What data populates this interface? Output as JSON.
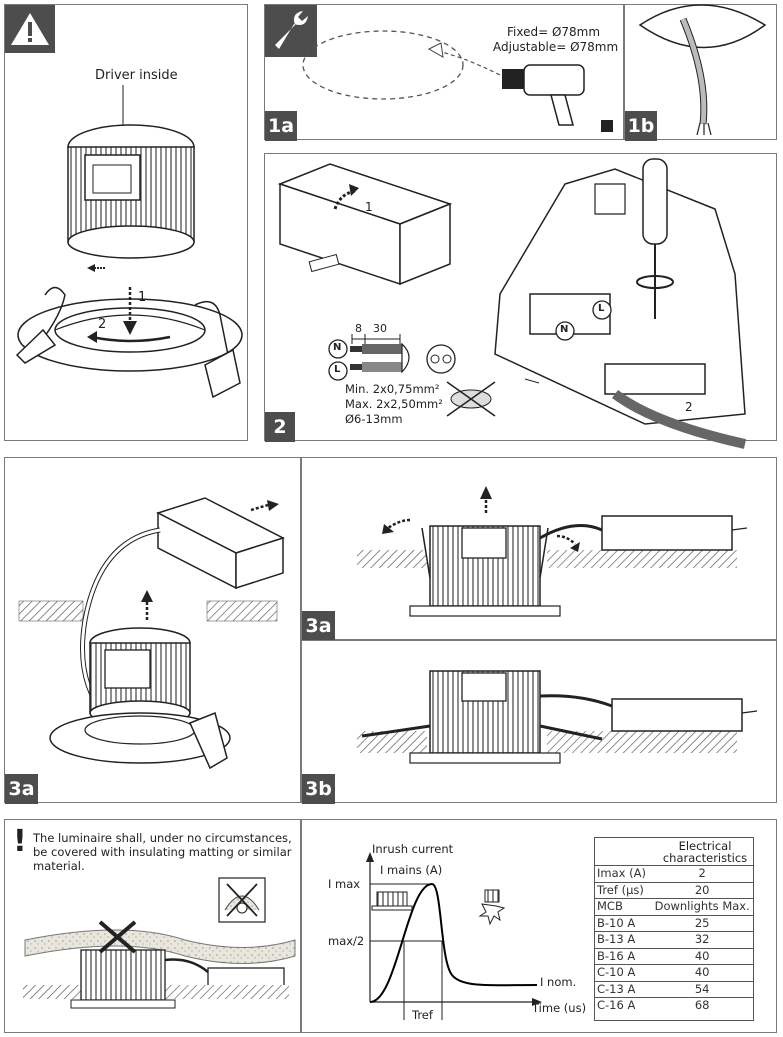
{
  "warning_panel": {
    "label_driver_inside": "Driver inside",
    "step_1": "1",
    "step_2": "2"
  },
  "panel_1a": {
    "tag": "1a",
    "fixed_line": "Fixed= Ø78mm",
    "adjustable_line": "Adjustable= Ø78mm"
  },
  "panel_1b": {
    "tag": "1b"
  },
  "panel_2": {
    "tag": "2",
    "step_1": "1",
    "step_2": "2",
    "dim_8": "8",
    "dim_30": "30",
    "terminal_n": "N",
    "terminal_l": "L",
    "spec_min": "Min. 2x0,75mm²",
    "spec_max": "Max. 2x2,50mm²",
    "spec_dia": "Ø6-13mm"
  },
  "panel_3a_left": {
    "tag": "3a"
  },
  "panel_3a_right": {
    "tag": "3a"
  },
  "panel_3b": {
    "tag": "3b"
  },
  "bottom_warning": {
    "exclaim": "!",
    "text": "The luminaire shall, under no circumstances, be covered with insulating matting or similar material."
  },
  "inrush_chart": {
    "title": "Inrush current",
    "series_label": "I mains (A)",
    "imax_label": "I max",
    "half_label": "max/2",
    "inom_label": "I nom.",
    "xaxis_label": "Time (us)",
    "tref_label": "Tref"
  },
  "electrical_table": {
    "header": "Electrical characteristics",
    "rows": [
      [
        "Imax (A)",
        "2"
      ],
      [
        "Tref (µs)",
        "20"
      ],
      [
        "MCB",
        "Downlights Max."
      ],
      [
        "B-10 A",
        "25"
      ],
      [
        "B-13 A",
        "32"
      ],
      [
        "B-16 A",
        "40"
      ],
      [
        "C-10 A",
        "40"
      ],
      [
        "C-13 A",
        "54"
      ],
      [
        "C-16 A",
        "68"
      ]
    ]
  },
  "colors": {
    "tag_bg": "#4d4d4d",
    "line": "#222222",
    "hatch": "#555555",
    "cable_grey": "#9a9a9a"
  },
  "icons": {
    "warning": "warning-triangle-icon",
    "tool": "wrench-icon",
    "insulation_forbidden": "no-insulation-icon"
  }
}
